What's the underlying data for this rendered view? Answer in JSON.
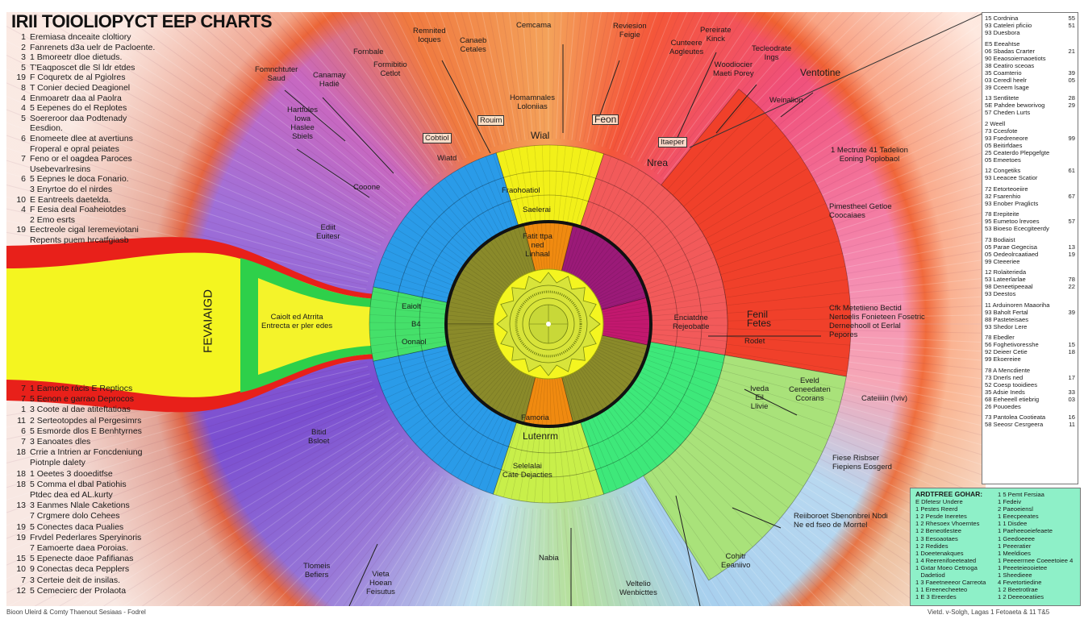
{
  "title": "IRII TOIOLIOPYCT EEP CHARTS",
  "left_top_list": [
    {
      "n": "1",
      "t": "Eremiasa dnceaite cloltiory"
    },
    {
      "n": "2",
      "t": "Fanrenets d3a uelr de Pacloente."
    },
    {
      "n": "3",
      "t": "1 Bmoreetr dloe dietuds."
    },
    {
      "n": "5",
      "t": "T'Eaqposcet dle Sl ldr etdes"
    },
    {
      "n": "19",
      "t": "F Coquretx de al Pgiolres"
    },
    {
      "n": "8",
      "t": "T Conier decied Deagionel"
    },
    {
      "n": "4",
      "t": "Enmoaretr daa al Paolra"
    },
    {
      "n": "4",
      "t": "5 Eepenes do el Replotes"
    },
    {
      "n": "5",
      "t": "Soereroor daa Podtenady\nEesdion."
    },
    {
      "n": "6",
      "t": "Enomeete dlee at avertiuns\nFroperal e opral peiates"
    },
    {
      "n": "7",
      "t": "Feno or el oagdea Paroces\nUsebevarlresins"
    },
    {
      "n": "6",
      "t": "5 Eepnes le doca Fonario."
    },
    {
      "n": "",
      "t": "3 Enyrtoe do el nirdes"
    },
    {
      "n": "10",
      "t": "E Eantreels daetelda."
    },
    {
      "n": "4",
      "t": "F Eesia deal Foaheiotdes"
    },
    {
      "n": "",
      "t": "2 Emo esrts"
    },
    {
      "n": "19",
      "t": "Eectreole cigal Ieremeviotani\nRepents puem hrcatfgiasb"
    }
  ],
  "left_bottom_list": [
    {
      "n": "7",
      "t": "1 Eamorte rácis E Reptiocs"
    },
    {
      "n": "7",
      "t": "5 Eenon e garrao Deprocos"
    },
    {
      "n": "1",
      "t": "3 Coote al dae atiteftatioas"
    },
    {
      "n": "11",
      "t": "2 Serteotopdes al Pergesimrs"
    },
    {
      "n": "6",
      "t": "5 Esmorde dlos E Benhtyrnes"
    },
    {
      "n": "7",
      "t": "3 Eanoates dles"
    },
    {
      "n": "18",
      "t": "Crrie a Intrien ar Foncdeniung\nPiotnple dalety"
    },
    {
      "n": "18",
      "t": "1 Oeetes 3 dooeditfse"
    },
    {
      "n": "18",
      "t": "5 Comma el dbal Patiohis\nPtdec dea ed AL.kurty"
    },
    {
      "n": "13",
      "t": "3 Eanmes Nlale Caketions"
    },
    {
      "n": "",
      "t": "7 Crgmere dolo Cehees"
    },
    {
      "n": "19",
      "t": "5 Conectes daca Pualies"
    },
    {
      "n": "19",
      "t": "Frvdel Pederlares Speryinoris"
    },
    {
      "n": "",
      "t": "7 Eamoerte daea Poroias."
    },
    {
      "n": "15",
      "t": "5 Epenecte daoe Pafifianas"
    },
    {
      "n": "10",
      "t": "9 Conectas deca Pepplers"
    },
    {
      "n": "7",
      "t": "3 Certeie deit de insilas."
    },
    {
      "n": "12",
      "t": "5 Cemecierc der Prolaota"
    }
  ],
  "diagram": {
    "labels": [
      "Remnited\nIoques",
      "Canaeb\nCetales",
      "Fornbale",
      "Formibitio\nCetlot",
      "Fomnchtuter\nSaud",
      "Canamay\nHadié",
      "Hartfules\nIowa\nHaslee\nSbiels",
      "Cemcama",
      "Homamnales\nLoloniias",
      "Wial",
      "Rouim",
      "Cobtiol",
      "Wiatd",
      "Reviesion\nFeigie",
      "Pereirate\nKinck",
      "Cunteere\nAogleutes",
      "Tecleodrate\nIngs",
      "Woodiocier\nMaeti Porey",
      "Ventotine",
      "Weinalion",
      "Feon",
      "Itaeper",
      "Nrea",
      "1 Mectrute 41 Tadelion\nEoning   Poplobaol",
      "Pimestheel Getloe\nCoocaiaes",
      "Cfk Metetiieno Bectid\nNertoelis Fonieteen Fosetric\nDerneehooll ot Eerlal\nPepores",
      "Enciatdne\nRejeobatle",
      "Fenil\nFetes",
      "Rodet",
      "Fraohoatiol",
      "Saelerai",
      "Fatit ttpa\nned\nLinhaal",
      "Eaiolt",
      "B4",
      "Oonaol",
      "Famoria",
      "Lutenrm",
      "Selelalai\nCate Dejacties",
      "Caiolt ed Atrrita\nEntrecta er pler edes",
      "FEVAIAIGD",
      "Eveld\nCeneedaten\nCcorans",
      "Iveda\nEil\nLlivie",
      "Cateiiiin (Iviv)",
      "Fiese Risbser\nFiepiens Eosgerd",
      "Reiiboroet Sbenonbrei Nbdi\nNe ed fseo de Morrtel",
      "Nabia",
      "Vieta\nHoean\nFeisutus",
      "Veltelio\nWenbicttes",
      "Cohitr\nEeaniivo",
      "Tlomeis\nBefiers",
      "Ediit\nEuitesr",
      "Bitid\nBsloet",
      "Cooone"
    ]
  },
  "right_panel": [
    [
      [
        "15 Cordnina",
        "55"
      ],
      [
        "93 Cateleri pficiio",
        "51"
      ],
      [
        "93 Duesbora",
        ""
      ]
    ],
    [
      [
        "E5 Eeeahtse",
        ""
      ],
      [
        "06 Sbadas Crarter",
        "21"
      ],
      [
        "90 Eeaosoiernaoetiots",
        ""
      ],
      [
        "38 Ceatiro sceoas",
        ""
      ],
      [
        "35 Coamterio",
        "39"
      ],
      [
        "03 Ceredl heelr",
        "05"
      ],
      [
        "39 Cceem lsage",
        ""
      ]
    ],
    [
      [
        "13 Sentlitete",
        "28"
      ],
      [
        "5E Pahdee beworivog",
        "29"
      ],
      [
        "57 Cheden Lurts",
        ""
      ]
    ],
    [
      [
        "2 Weell",
        ""
      ],
      [
        "73 Ccesfote",
        ""
      ],
      [
        "93 Fsedreneore",
        "99"
      ],
      [
        "05 Beitirfdaes",
        ""
      ],
      [
        "25 Ceaterdo Plepgefgte",
        ""
      ],
      [
        "05 Emeetoes",
        ""
      ]
    ],
    [
      [
        "12 Congetiks",
        "61"
      ],
      [
        "93 Leeacee Scatior",
        ""
      ]
    ],
    [
      [
        "72 Eetorteoeiire",
        ""
      ],
      [
        "32 Fsarenhio",
        "67"
      ],
      [
        "93 Enober Praglicts",
        ""
      ]
    ],
    [
      [
        "78 Erepiteite",
        ""
      ],
      [
        "95 Eumetoo lrevoes",
        "57"
      ],
      [
        "53 Bioeso Ececgiteerdy",
        ""
      ]
    ],
    [
      [
        "73 Bodiaist",
        ""
      ],
      [
        "05 Parae Gegecisa",
        "13"
      ],
      [
        "05 Oedeolrcaatiaed",
        "19"
      ],
      [
        "99 Cteeeriee",
        ""
      ]
    ],
    [
      [
        "12 Rolaiterieda",
        ""
      ],
      [
        "53 Lateerlarlae",
        "78"
      ],
      [
        "98 Deneetipeeaal",
        "22"
      ],
      [
        "93 Deestos",
        ""
      ]
    ],
    [
      [
        "11 Arduinoren Maaoriha",
        ""
      ],
      [
        "93 Baholt Fertal",
        "39"
      ],
      [
        "88 Pasteteisaes",
        ""
      ],
      [
        "93 Shedor Lere",
        ""
      ]
    ],
    [
      [
        "78 Ebedler",
        ""
      ],
      [
        "56 Foghetivoresshe",
        "15"
      ],
      [
        "92 Deieer Cetie",
        "18"
      ],
      [
        "99 Ekoereiee",
        ""
      ]
    ],
    [
      [
        "78 A Mencdiente",
        ""
      ],
      [
        "73 Dnerls ned",
        "17"
      ],
      [
        "52 Coesp tooidiees",
        ""
      ],
      [
        "35 Adsie Ineds",
        "33"
      ],
      [
        "68 Eeheeell etiebrig",
        "03"
      ],
      [
        "26 Pouoedes",
        ""
      ]
    ],
    [
      [
        "73 Pantolea Cootieata",
        "16"
      ],
      [
        "58 Seeosr Cesrgeera",
        "11"
      ]
    ]
  ],
  "legend": {
    "title": "ARDTFREE GOHAR:",
    "col1": [
      "E Dfetesr Undere",
      "1 Pestes Reerd",
      "1 2 Pesde Ineretes",
      "1 2 Rhesoex Vhoerntes",
      "1 2 Beneotlestee",
      "1 3 Eesoaotaes",
      "1 2 Redides",
      "1 Doeetenakques",
      "1 4 Reerenifoeeteated",
      "1 Gxtar Moeo Cetnoga",
      "   Dadetiod",
      "1 3 Faeetneeeor Carreota",
      "1 1 Ereenecheeteo",
      "1 E 3 Ereerdes"
    ],
    "col2": [
      "1 5 Pemt Fersiaa",
      "1 Fedeiv",
      "2 Paeoeiensl",
      "1 Eeecpeeates",
      "1 1 Disdee",
      "1 Paeheeoeiefeaete",
      "1 Geedoeeee",
      "1 Peeeratier",
      "1 Meeldioes",
      "1 Peeeerrnee Coeeetoiee 4",
      "1 Peeeteieooietee",
      "1 Sheedieee",
      "4 Fevetortiedine",
      "1 2 Beetrotlrae",
      "1 2 Deeeoeatiies"
    ]
  },
  "footer": {
    "left": "Bioon Uleird & Comty Thaenout Sesiaas - Fodrel",
    "right": "Vietd. v-Solgh, Lagas 1 Fetoaeta & 11 T&5"
  },
  "colors": {
    "inner_olive": "#8a8a2a",
    "inner_orange": "#f08a10",
    "inner_purple": "#9b1a78",
    "inner_magenta": "#c2186e",
    "outer_yellow": "#f2f019",
    "outer_red": "#f25a5a",
    "outer_green": "#3ee87a",
    "outer_lime": "#c8ef4a",
    "outer_blue": "#2a9be8",
    "outer_leftgreen": "#45e06a",
    "ext_red": "#f0402a",
    "ext_green": "#a9e27a",
    "center_yellow": "#f4f520",
    "legend_bg": "#8ef0c8"
  }
}
